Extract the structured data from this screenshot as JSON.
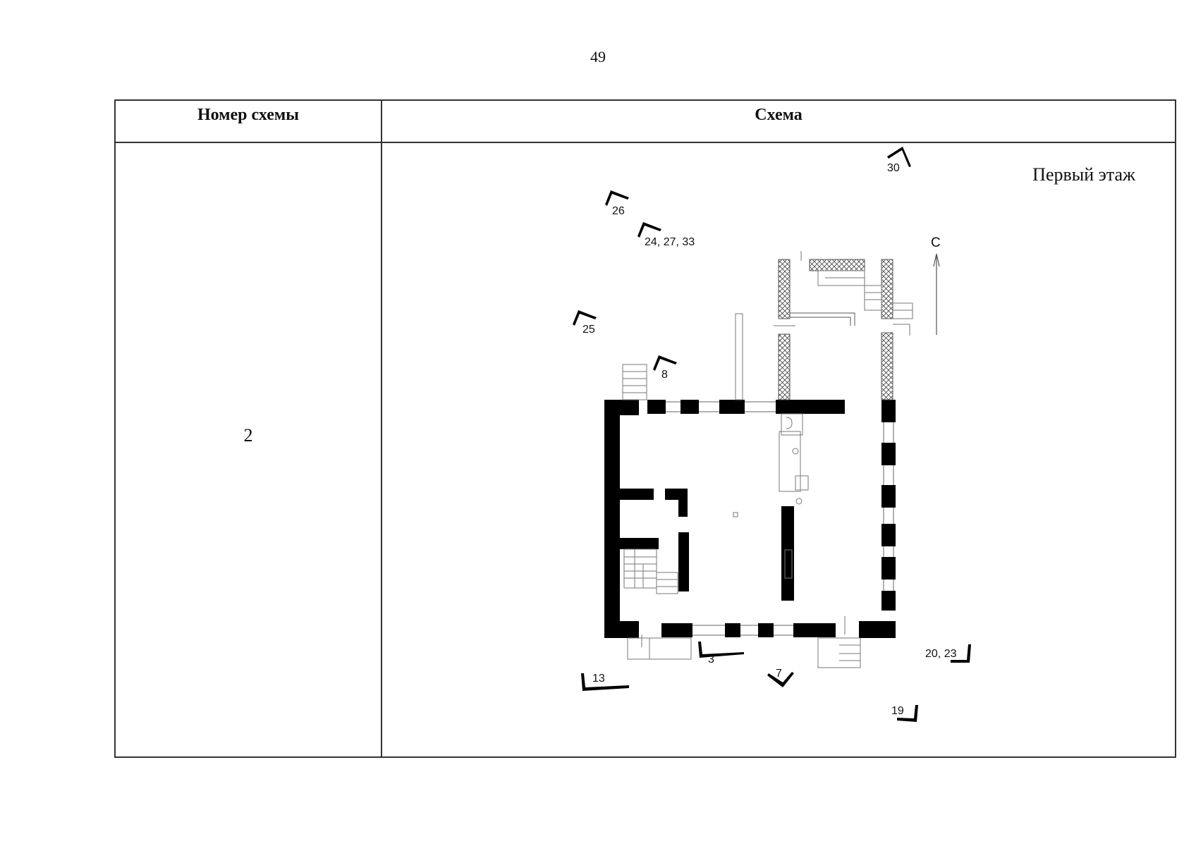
{
  "page": {
    "number": "49"
  },
  "table": {
    "headers": {
      "scheme_number": "Номер схемы",
      "scheme": "Схема"
    },
    "row": {
      "scheme_number": "2",
      "floor_label": "Первый этаж"
    }
  },
  "plan": {
    "north_label": "С",
    "viewpoint_labels": {
      "v30": "30",
      "v26": "26",
      "v24": "24, 27, 33",
      "v25": "25",
      "v8": "8",
      "v3": "3",
      "v7": "7",
      "v13": "13",
      "v20": "20, 23",
      "v19": "19"
    }
  }
}
